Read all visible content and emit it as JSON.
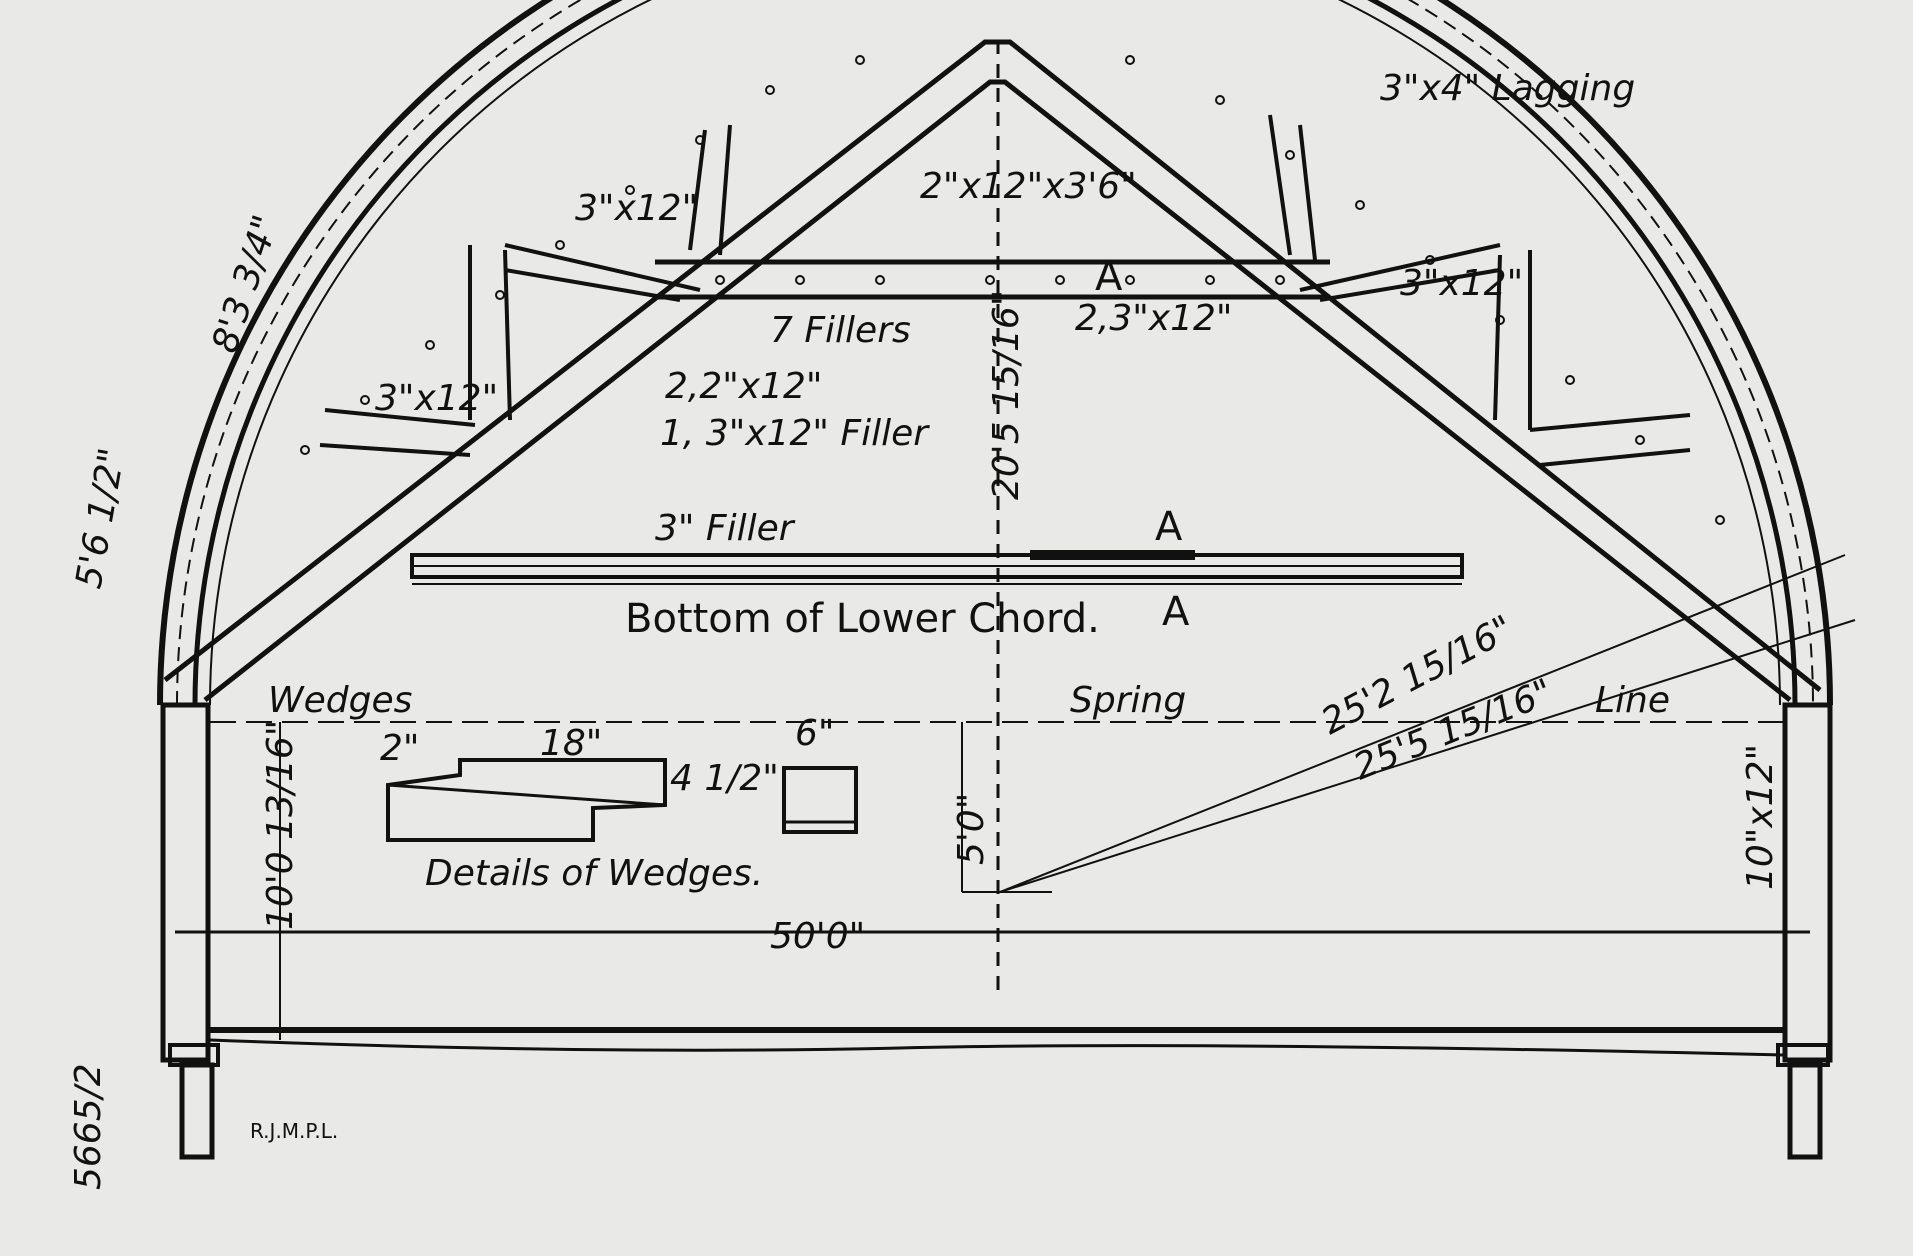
{
  "labels": {
    "lagging": "3\"x4\" Lagging",
    "crown_block": "2\"x12\"x3'6\"",
    "strut_upper_left": "3\"x12\"",
    "strut_upper_right": "3\"x12\"",
    "strut_lower_left": "3\"x12\"",
    "fillers": "7 Fillers",
    "chord_member": "2,3\"x12\"",
    "chord_mark": "A",
    "rafter_line1": "2,2\"x12\"",
    "rafter_line2": "1, 3\"x12\" Filler",
    "rise": "20'5 15/16\"",
    "arc_8": "8'3 3/4\"",
    "arc_5": "5'6 1/2\"",
    "filler_3": "3\" Filler",
    "mark_a_top": "A",
    "mark_a_bottom": "A",
    "bottom_chord_caption": "Bottom of Lower Chord.",
    "wedges": "Wedges",
    "spring": "Spring",
    "line": "Line",
    "radius_outer": "25'5 15/16\"",
    "radius_inner": "25'2 15/16\"",
    "dim_2": "2\"",
    "dim_18": "18\"",
    "dim_4half": "4 1/2\"",
    "dim_6": "6\"",
    "details_caption": "Details of Wedges.",
    "dim_5": "5'0\"",
    "post_height": "10'0 13/16\"",
    "post_size": "10\"x12\"",
    "span": "50'0\"",
    "catalog": "5665/2",
    "signature": "R.J.M.P.L."
  },
  "colors": {
    "ink": "#111111",
    "paper": "#e9e9e7"
  }
}
